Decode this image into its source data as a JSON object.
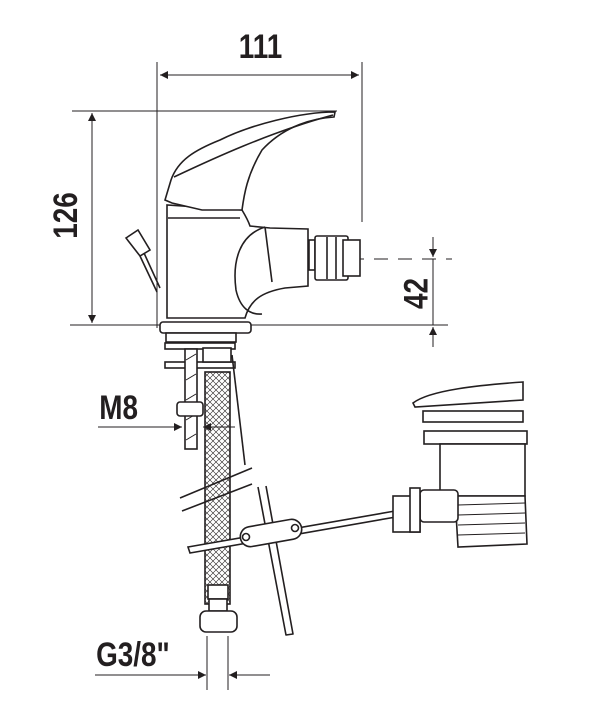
{
  "dimensions": {
    "width": "111",
    "height": "126",
    "outlet_height": "42",
    "thread_rod": "M8",
    "connection": "G3/8\""
  }
}
